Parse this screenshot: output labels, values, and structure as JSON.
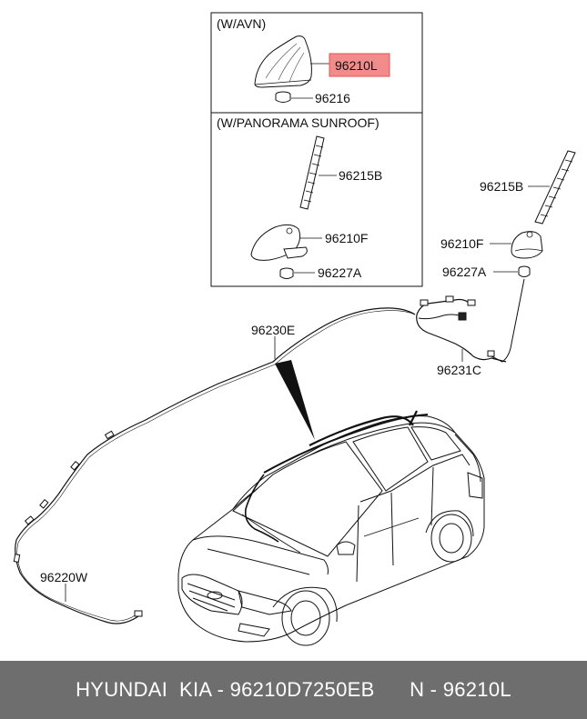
{
  "colors": {
    "highlight_fill": "#f28b8b",
    "highlight_stroke": "#e05555",
    "footer_bg": "#6e6e6e",
    "footer_text": "#ffffff",
    "line": "#111111"
  },
  "boxes": {
    "avn_title": "(W/AVN)",
    "sunroof_title": "(W/PANORAMA SUNROOF)"
  },
  "labels": {
    "p96210L": "96210L",
    "p96216": "96216",
    "p96215B_inset": "96215B",
    "p96210F_inset": "96210F",
    "p96227A_inset": "96227A",
    "p96215B": "96215B",
    "p96210F": "96210F",
    "p96227A": "96227A",
    "p96230E": "96230E",
    "p96231C": "96231C",
    "p96220W": "96220W"
  },
  "footer": {
    "brand": "HYUNDAI  KIA - 96210D7250EB",
    "ref": "N - 96210L"
  }
}
